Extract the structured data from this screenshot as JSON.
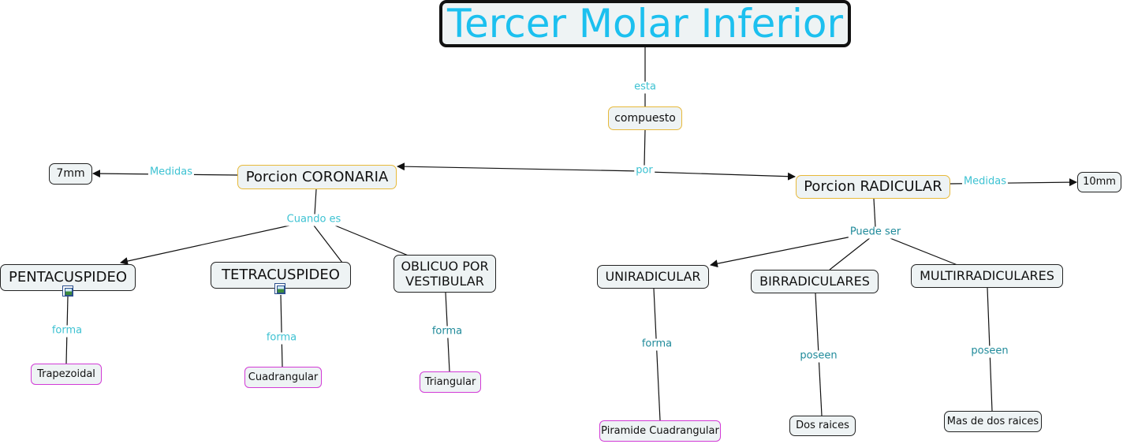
{
  "title": "Tercer Molar Inferior",
  "nodes": {
    "compuesto": "compuesto",
    "coronaria": "Porcion CORONARIA",
    "radicular": "Porcion RADICULAR",
    "seven_mm": "7mm",
    "ten_mm": "10mm",
    "pentacuspideo": "PENTACUSPIDEO",
    "tetracuspideo": "TETRACUSPIDEO",
    "oblicuo_line1": "OBLICUO POR",
    "oblicuo_line2": "VESTIBULAR",
    "uniradicular": "UNIRADICULAR",
    "birradiculares": "BIRRADICULARES",
    "multirradiculares": "MULTIRRADICULARES",
    "trapezoidal": "Trapezoidal",
    "cuadrangular": "Cuadrangular",
    "triangular": "Triangular",
    "piramide": "Piramide Cuadrangular",
    "dos_raices": "Dos raices",
    "mas_dos_raices": "Mas de dos raices"
  },
  "links": {
    "esta": "esta",
    "por": "por",
    "medidas_left": "Medidas",
    "medidas_right": "Medidas",
    "cuando_es": "Cuando es",
    "puede_ser": "Puede ser",
    "forma_penta": "forma",
    "forma_tetra": "forma",
    "forma_oblicuo": "forma",
    "forma_uni": "forma",
    "poseen_bi": "poseen",
    "poseen_multi": "poseen"
  },
  "icons": {
    "penta_image": "image-icon",
    "tetra_image": "image-icon"
  },
  "colors": {
    "title_text": "#1cc0ef",
    "node_fill": "#eef3f4",
    "gold_border": "#e7b93a",
    "pink_border": "#d23bd6",
    "link_light": "#3dc2d2",
    "link_dark": "#1f8a9a"
  }
}
